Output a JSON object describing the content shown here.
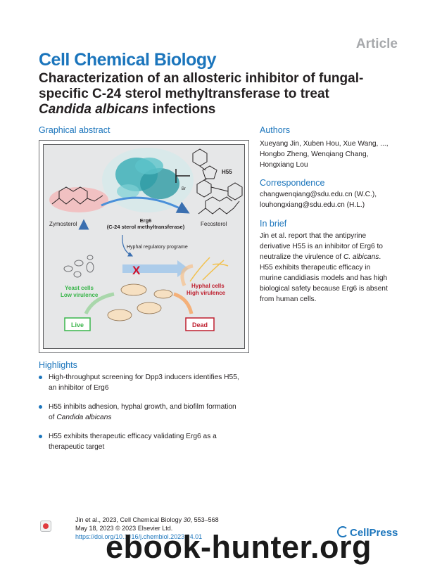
{
  "header": {
    "article_tag": "Article",
    "journal": "Cell Chemical Biology",
    "title_line1": "Characterization of an allosteric inhibitor of fungal-",
    "title_line2": "specific C-24 sterol methyltransferase to treat",
    "title_line3_italic": "Candida albicans",
    "title_line3_rest": " infections"
  },
  "graphical_abstract": {
    "heading": "Graphical abstract",
    "labels": {
      "compound": "H55",
      "enzyme_name": "Erg6",
      "enzyme_full": "(C-24 sterol methyltransferase)",
      "substrate": "Zymosterol",
      "product": "Fecosterol",
      "program": "Hyphal regulatory programe",
      "yeast_line1": "Yeast cells",
      "yeast_line2": "Low virulence",
      "hyphal_line1": "Hyphal cells",
      "hyphal_line2": "High virulence",
      "live": "Live",
      "dead": "Dead",
      "block_mark": "X",
      "bromo": "Br"
    },
    "colors": {
      "protein": "#3fb0b8",
      "yeast_text": "#39b54a",
      "hyphal_text": "#be1e2d",
      "arrow_blue": "#4a90d9",
      "arrow_orange": "#f7a35c"
    }
  },
  "authors": {
    "heading": "Authors",
    "line1": "Xueyang Jin, Xuben Hou, Xue Wang, ...,",
    "line2": "Hongbo Zheng, Wenqiang Chang,",
    "line3": "Hongxiang Lou"
  },
  "correspondence": {
    "heading": "Correspondence",
    "line1": "changwenqiang@sdu.edu.cn (W.C.),",
    "line2": "louhongxiang@sdu.edu.cn (H.L.)"
  },
  "in_brief": {
    "heading": "In brief",
    "line1": "Jin et al. report that the antipyrine",
    "line2": "derivative H55 is an inhibitor of Erg6 to",
    "line3_pre": "neutralize the virulence of ",
    "line3_italic": "C. albicans",
    "line3_post": ".",
    "line4": "H55 exhibits therapeutic efficacy in",
    "line5": "murine candidiasis models and has high",
    "line6": "biological safety because Erg6 is absent",
    "line7": "from human cells."
  },
  "highlights": {
    "heading": "Highlights",
    "items": [
      {
        "line1": "High-throughput screening for Dpp3 inducers identifies H55,",
        "line2": "an inhibitor of Erg6",
        "italic": false
      },
      {
        "line1": "H55 inhibits adhesion, hyphal growth, and biofilm formation",
        "line2_pre": "of ",
        "line2": "Candida albicans",
        "italic": true
      },
      {
        "line1": "H55 exhibits therapeutic efficacy validating Erg6 as a",
        "line2": "therapeutic target",
        "italic": false
      }
    ]
  },
  "citation": {
    "line1_pre": "Jin et al., 2023, Cell Chemical Biology ",
    "volume": "30",
    "line1_post": ", 553–568",
    "line2": "May 18, 2023 © 2023 Elsevier Ltd.",
    "doi": "https://doi.org/10.1016/j.chembiol.2023.04.01"
  },
  "publisher": "CellPress",
  "watermark": "ebook-hunter.org"
}
